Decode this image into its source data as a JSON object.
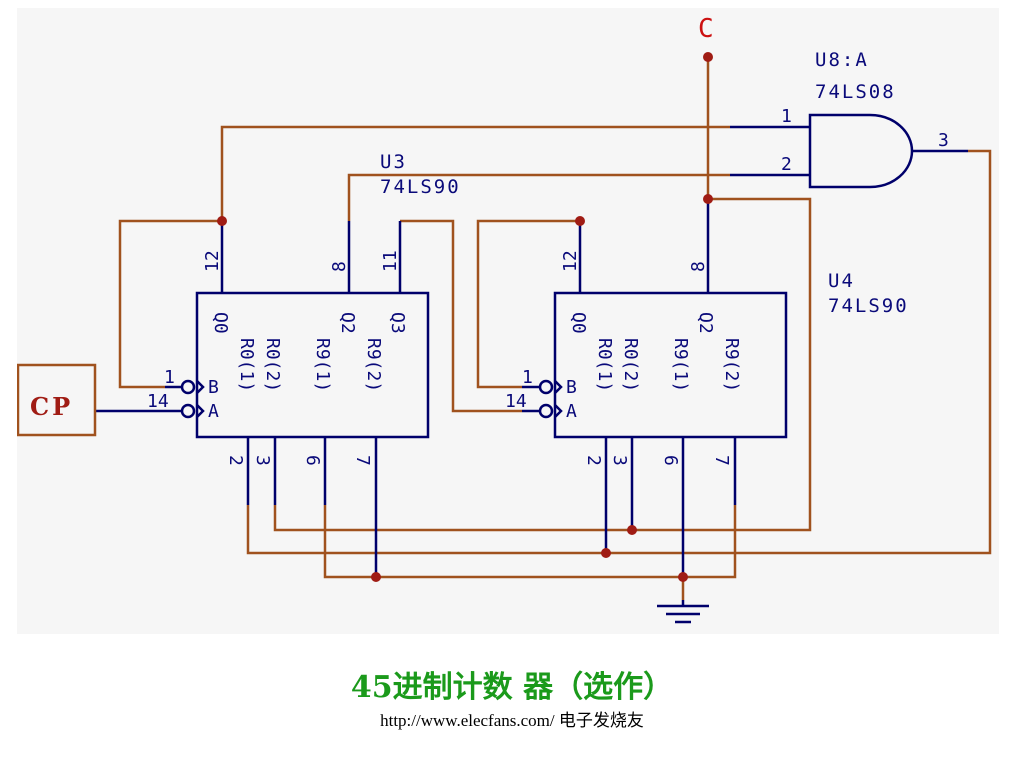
{
  "diagram": {
    "node_label_c": "C",
    "clock_input_label": "CP",
    "gate": {
      "ref": "U8:A",
      "part": "74LS08",
      "pin_in1": "1",
      "pin_in2": "2",
      "pin_out": "3"
    },
    "chip_u3": {
      "ref": "U3",
      "part": "74LS90",
      "top_pins": [
        "12",
        "8",
        "11"
      ],
      "bottom_pins": [
        "2",
        "3",
        "6",
        "7"
      ],
      "left_pins": [
        "1",
        "14"
      ],
      "inputs": [
        "B",
        "A"
      ],
      "outputs": [
        "Q0",
        "Q2",
        "Q3"
      ],
      "resets": [
        "R0(1)",
        "R0(2)",
        "R9(1)",
        "R9(2)"
      ]
    },
    "chip_u4": {
      "ref": "U4",
      "part": "74LS90",
      "top_pins": [
        "12",
        "8"
      ],
      "bottom_pins": [
        "2",
        "3",
        "6",
        "7"
      ],
      "left_pins": [
        "1",
        "14"
      ],
      "inputs": [
        "B",
        "A"
      ],
      "outputs": [
        "Q0",
        "Q2"
      ],
      "resets": [
        "R0(1)",
        "R0(2)",
        "R9(1)",
        "R9(2)"
      ]
    }
  },
  "caption": {
    "title": "45进制计数 器（选作）",
    "source": "http://www.elecfans.com/ 电子发烧友"
  },
  "colors": {
    "wire": "#a0521e",
    "pin": "#00006b",
    "node": "#a01c14",
    "title": "#1b9a1b",
    "node_label": "#cc1111"
  }
}
